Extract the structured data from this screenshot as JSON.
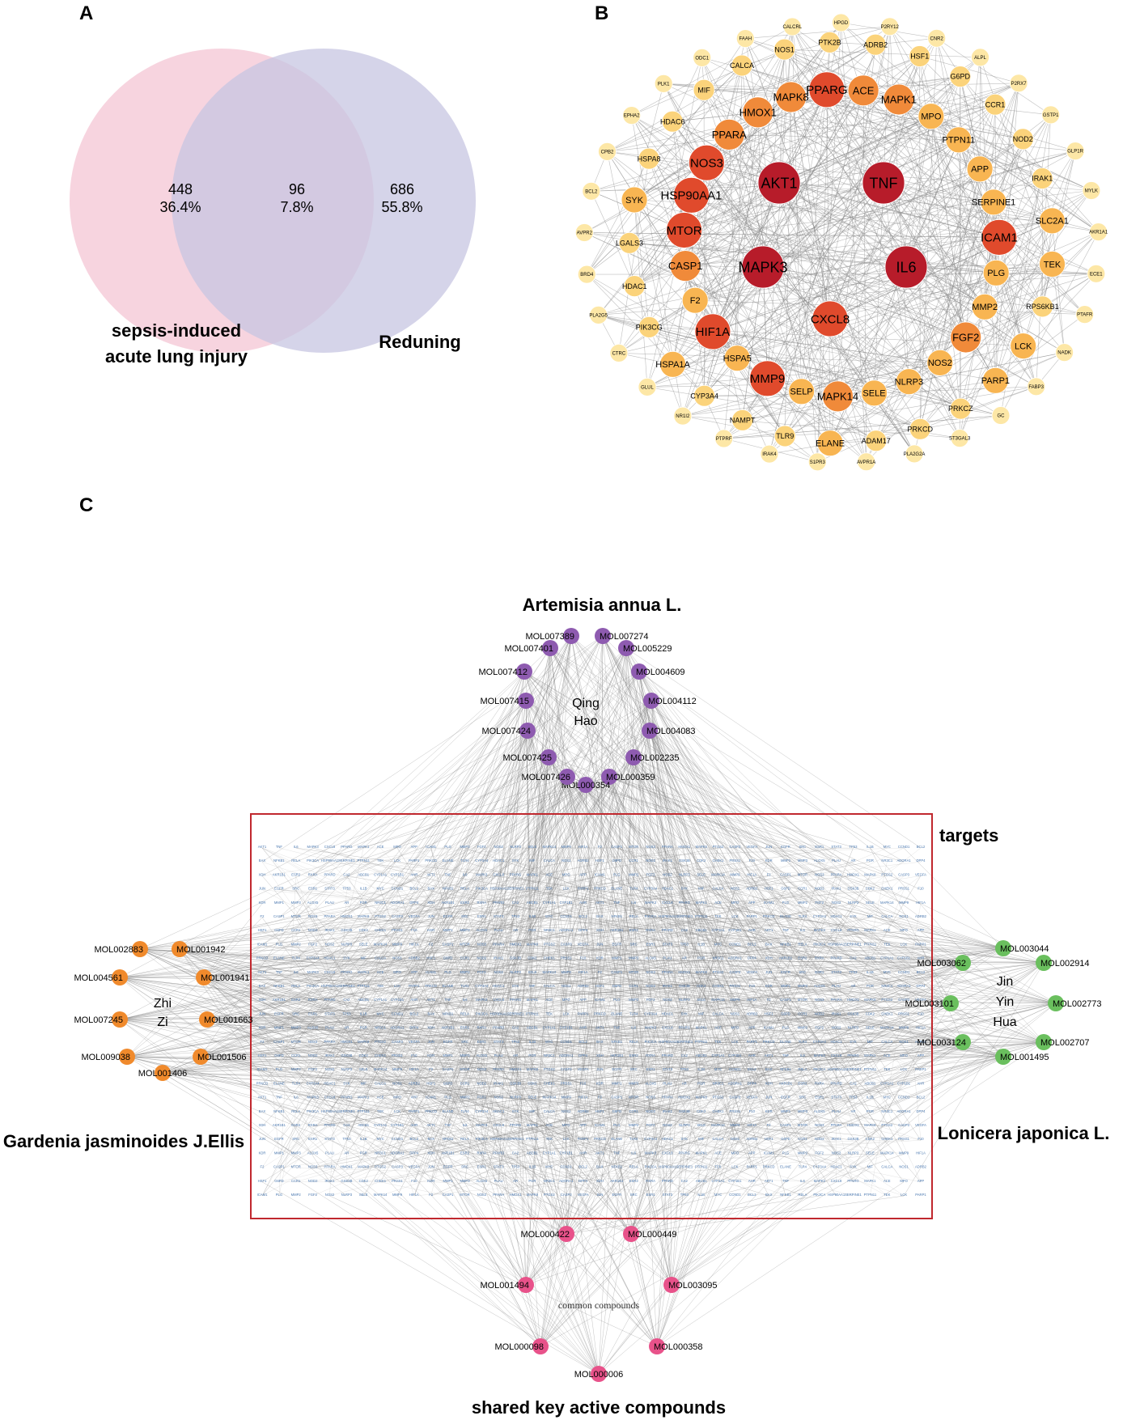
{
  "panels": {
    "a": "A",
    "b": "B",
    "c": "C"
  },
  "venn": {
    "left": {
      "count": "448",
      "percent": "36.4%",
      "label_line1": "sepsis-induced",
      "label_line2": "acute lung injury",
      "color": "#f4c6d4"
    },
    "middle": {
      "count": "96",
      "percent": "7.8%"
    },
    "right": {
      "count": "686",
      "percent": "55.8%",
      "label": "Reduning",
      "color": "#c7c5e2"
    }
  },
  "ppi": {
    "color_scale": [
      "#b71c2a",
      "#e04a2c",
      "#f08a3a",
      "#f8b552",
      "#fbd37b",
      "#fde7a6"
    ],
    "inner": [
      {
        "label": "AKT1",
        "tier": 0
      },
      {
        "label": "TNF",
        "tier": 0
      },
      {
        "label": "MAPK3",
        "tier": 0
      },
      {
        "label": "IL6",
        "tier": 0
      },
      {
        "label": "CXCL8",
        "tier": 1
      }
    ],
    "ring2": [
      {
        "label": "ACE",
        "tier": 2
      },
      {
        "label": "MAPK1",
        "tier": 2
      },
      {
        "label": "MPO",
        "tier": 3
      },
      {
        "label": "PTPN11",
        "tier": 3
      },
      {
        "label": "APP",
        "tier": 3
      },
      {
        "label": "SERPINE1",
        "tier": 3
      },
      {
        "label": "ICAM1",
        "tier": 1
      },
      {
        "label": "PLG",
        "tier": 3
      },
      {
        "label": "MMP2",
        "tier": 3
      },
      {
        "label": "FGF2",
        "tier": 2
      },
      {
        "label": "NOS2",
        "tier": 3
      },
      {
        "label": "NLRP3",
        "tier": 3
      },
      {
        "label": "SELE",
        "tier": 3
      },
      {
        "label": "MAPK14",
        "tier": 2
      },
      {
        "label": "SELP",
        "tier": 3
      },
      {
        "label": "MMP9",
        "tier": 1
      },
      {
        "label": "HSPA5",
        "tier": 3
      },
      {
        "label": "HIF1A",
        "tier": 1
      },
      {
        "label": "F2",
        "tier": 3
      },
      {
        "label": "CASP1",
        "tier": 2
      },
      {
        "label": "MTOR",
        "tier": 1
      },
      {
        "label": "HSP90AA1",
        "tier": 1
      },
      {
        "label": "NOS3",
        "tier": 1
      },
      {
        "label": "PPARA",
        "tier": 2
      },
      {
        "label": "HMOX1",
        "tier": 2
      },
      {
        "label": "MAPK8",
        "tier": 2
      },
      {
        "label": "PPARG",
        "tier": 1
      }
    ],
    "ring3": [
      {
        "label": "CALCA",
        "tier": 4
      },
      {
        "label": "NOS1",
        "tier": 4
      },
      {
        "label": "PTK2B",
        "tier": 4
      },
      {
        "label": "ADRB2",
        "tier": 4
      },
      {
        "label": "HSF1",
        "tier": 4
      },
      {
        "label": "G6PD",
        "tier": 4
      },
      {
        "label": "CCR1",
        "tier": 4
      },
      {
        "label": "NOD2",
        "tier": 4
      },
      {
        "label": "IRAK1",
        "tier": 4
      },
      {
        "label": "SLC2A1",
        "tier": 3
      },
      {
        "label": "TEK",
        "tier": 3
      },
      {
        "label": "RPS6KB1",
        "tier": 4
      },
      {
        "label": "LCK",
        "tier": 3
      },
      {
        "label": "PARP1",
        "tier": 3
      },
      {
        "label": "PRKCZ",
        "tier": 4
      },
      {
        "label": "PRKCD",
        "tier": 4
      },
      {
        "label": "ADAM17",
        "tier": 4
      },
      {
        "label": "ELANE",
        "tier": 3
      },
      {
        "label": "TLR9",
        "tier": 4
      },
      {
        "label": "NAMPT",
        "tier": 4
      },
      {
        "label": "CYP3A4",
        "tier": 4
      },
      {
        "label": "HSPA1A",
        "tier": 3
      },
      {
        "label": "PIK3CG",
        "tier": 4
      },
      {
        "label": "HDAC1",
        "tier": 4
      },
      {
        "label": "LGALS3",
        "tier": 4
      },
      {
        "label": "SYK",
        "tier": 3
      },
      {
        "label": "HSPA8",
        "tier": 4
      },
      {
        "label": "HDAC6",
        "tier": 4
      },
      {
        "label": "MIF",
        "tier": 4
      }
    ],
    "ring4": [
      {
        "label": "CALCRL"
      },
      {
        "label": "HPGD"
      },
      {
        "label": "P2RY12"
      },
      {
        "label": "CNR2"
      },
      {
        "label": "ALPL"
      },
      {
        "label": "P2RX7"
      },
      {
        "label": "GSTP1"
      },
      {
        "label": "GLP1R"
      },
      {
        "label": "MYLK"
      },
      {
        "label": "AKR1A1"
      },
      {
        "label": "ECE1"
      },
      {
        "label": "PTAFR"
      },
      {
        "label": "NADK"
      },
      {
        "label": "FABP3"
      },
      {
        "label": "GC"
      },
      {
        "label": "ST3GAL3"
      },
      {
        "label": "PLA2G2A"
      },
      {
        "label": "AVPR1A"
      },
      {
        "label": "S1PR3"
      },
      {
        "label": "IRAK4"
      },
      {
        "label": "PTPRF"
      },
      {
        "label": "NR1I2"
      },
      {
        "label": "GLUL"
      },
      {
        "label": "CTRC"
      },
      {
        "label": "PLA2G5"
      },
      {
        "label": "BRD4"
      },
      {
        "label": "AVPR2"
      },
      {
        "label": "BCL2"
      },
      {
        "label": "CPB2"
      },
      {
        "label": "EPHA2"
      },
      {
        "label": "PLK1"
      },
      {
        "label": "ODC1"
      },
      {
        "label": "FAAH"
      }
    ]
  },
  "network": {
    "colors": {
      "qinghao": "#8e5bb0",
      "zhizi": "#f08a2c",
      "jinyinhua": "#6abf5e",
      "common": "#e8528a",
      "box": "#c0282e",
      "target_text": "#4a78b0"
    },
    "qinghao": {
      "caption": "Artemisia annua L.",
      "herb_line1": "Qing",
      "herb_line2": "Hao",
      "molecules": [
        "MOL007274",
        "MOL005229",
        "MOL004609",
        "MOL004112",
        "MOL004083",
        "MOL002235",
        "MOL000359",
        "MOL000354",
        "MOL007426",
        "MOL007425",
        "MOL007424",
        "MOL007415",
        "MOL007412",
        "MOL007401",
        "MOL007389"
      ]
    },
    "zhizi": {
      "caption": "Gardenia jasminoides J.Ellis",
      "herb_line1": "Zhi",
      "herb_line2": "Zi",
      "molecules": [
        "MOL001942",
        "MOL001941",
        "MOL001663",
        "MOL001506",
        "MOL001406",
        "MOL009038",
        "MOL007245",
        "MOL004561",
        "MOL002883"
      ]
    },
    "jinyinhua": {
      "caption": "Lonicera japonica L.",
      "herb_line1": "Jin",
      "herb_line2": "Yin",
      "herb_line3": "Hua",
      "molecules": [
        "MOL003044",
        "MOL002914",
        "MOL002773",
        "MOL002707",
        "MOL001495",
        "MOL003124",
        "MOL003101",
        "MOL003062"
      ]
    },
    "common": {
      "caption": "shared key active compounds",
      "center_label": "common compounds",
      "molecules": [
        "MOL000422",
        "MOL000449",
        "MOL003095",
        "MOL000358",
        "MOL000006",
        "MOL000098",
        "MOL001494"
      ]
    },
    "targets_label": "targets",
    "target_symbols": [
      "AKT1",
      "TNF",
      "IL6",
      "MAPK3",
      "CXCL8",
      "PPARG",
      "MAPK1",
      "ACE",
      "MPO",
      "APP",
      "ICAM1",
      "PLG",
      "MMP2",
      "FGF2",
      "NOS2",
      "NLRP3",
      "SELE",
      "MAPK14",
      "MMP9",
      "HIF1A",
      "F2",
      "CASP1",
      "MTOR",
      "NOS3",
      "PPARA",
      "HMOX1",
      "MAPK8",
      "PTGS2",
      "CASP3",
      "VEGFA",
      "JUN",
      "EGFR",
      "SRC",
      "ESR1",
      "STAT3",
      "TP53",
      "IL1B",
      "MYC",
      "CCND1",
      "BCL2",
      "BAX",
      "NFKB1",
      "RELA",
      "PIK3CA",
      "HSP90AA1",
      "SERPINE1",
      "PTPN11",
      "TEK",
      "LCK",
      "PARP1",
      "PRKCD",
      "ELANE",
      "TLR4",
      "CYP3A4",
      "HDAC1",
      "SYK",
      "MIF",
      "CALCA",
      "NOS1",
      "ADRB2",
      "HSF1",
      "G6PD",
      "CCR1",
      "NOD2",
      "IRAK1",
      "GSK3B",
      "CDK2",
      "CHEK1",
      "PRSS1",
      "F10",
      "KDR",
      "MMP1",
      "MMP3",
      "ALOX5",
      "PLAU",
      "AR",
      "PGR",
      "NR3C1",
      "ADORA1",
      "DPP4",
      "XDH",
      "AKR1B1",
      "ESR2",
      "RXRA",
      "PPARD",
      "CA2",
      "ABCB1",
      "CYP1A1",
      "CYP1B1",
      "AHR"
    ]
  }
}
